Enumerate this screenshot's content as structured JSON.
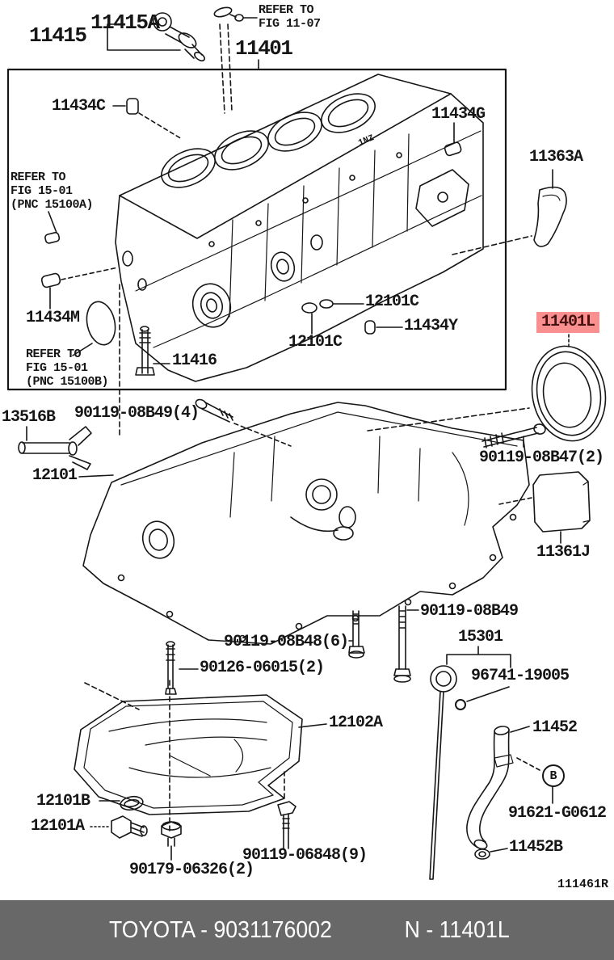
{
  "diagram": {
    "figure_code": "111461R",
    "cast_mark": "1NZ",
    "highlight_color": "#f98f8f",
    "line_color": "#161616",
    "labels": {
      "p11415": {
        "text": "11415"
      },
      "p11415a": {
        "text": "11415A"
      },
      "refer_fig_11_07": {
        "text": "REFER TO\nFIG 11-07"
      },
      "p11401": {
        "text": "11401"
      },
      "p11434c": {
        "text": "11434C"
      },
      "p11434g": {
        "text": "11434G"
      },
      "p11363a": {
        "text": "11363A"
      },
      "refer_fig_15_01_a": {
        "text": "REFER TO\nFIG 15-01\n(PNC 15100A)"
      },
      "p11434m": {
        "text": "11434M"
      },
      "p12101c_upper": {
        "text": "12101C"
      },
      "p11434y": {
        "text": "11434Y"
      },
      "p12101c_lower": {
        "text": "12101C"
      },
      "p11401l": {
        "text": "11401L"
      },
      "refer_fig_15_01_b": {
        "text": "REFER TO\nFIG 15-01\n(PNC 15100B)"
      },
      "p11416": {
        "text": "11416"
      },
      "p13516b": {
        "text": "13516B"
      },
      "p90119_08b49_4": {
        "text": "90119-08B49(4)"
      },
      "p12101": {
        "text": "12101"
      },
      "p90119_08b47_2": {
        "text": "90119-08B47(2)"
      },
      "p11361j": {
        "text": "11361J"
      },
      "p90119_08b49": {
        "text": "90119-08B49"
      },
      "p15301": {
        "text": "15301"
      },
      "p90119_08b48_6": {
        "text": "90119-08B48(6)"
      },
      "p90126_06015_2": {
        "text": "90126-06015(2)"
      },
      "p96741_19005": {
        "text": "96741-19005"
      },
      "p12102a": {
        "text": "12102A"
      },
      "p11452": {
        "text": "11452"
      },
      "callout_b": {
        "text": "B"
      },
      "p91621_g0612": {
        "text": "91621-G0612"
      },
      "p12101b": {
        "text": "12101B"
      },
      "p12101a": {
        "text": "12101A"
      },
      "p90119_06848_9": {
        "text": "90119-06848(9)"
      },
      "p90179_06326_2": {
        "text": "90179-06326(2)"
      },
      "p11452b": {
        "text": "11452B"
      }
    },
    "footer": {
      "left": "TOYOTA - 9031176002",
      "right": "N - 11401L"
    }
  }
}
